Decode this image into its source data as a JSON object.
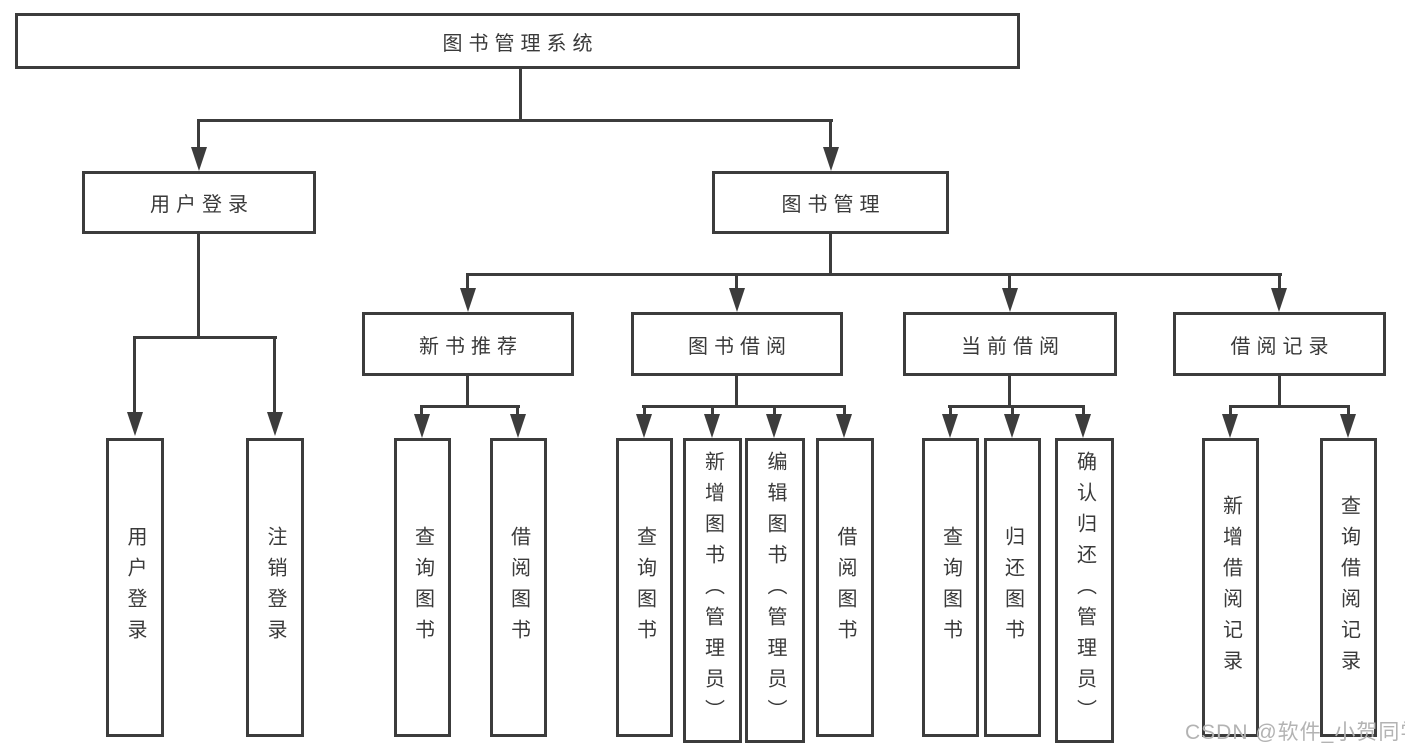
{
  "nodes": {
    "root": "图书管理系统",
    "login": "用户登录",
    "manage": "图书管理",
    "login_children": [
      "用户登录",
      "注销登录"
    ],
    "sections": [
      {
        "label": "新书推荐",
        "children": [
          "查询图书",
          "借阅图书"
        ]
      },
      {
        "label": "图书借阅",
        "children": [
          "查询图书",
          "新增图书（管理员）",
          "编辑图书（管理员）",
          "借阅图书"
        ]
      },
      {
        "label": "当前借阅",
        "children": [
          "查询图书",
          "归还图书",
          "确认归还（管理员）"
        ]
      },
      {
        "label": "借阅记录",
        "children": [
          "新增借阅记录",
          "查询借阅记录"
        ]
      }
    ]
  },
  "watermark": "CSDN @软件_小贺同学",
  "colors": {
    "line": "#3c3c3c",
    "text": "#3a3a3a",
    "watermark": "#b3b3b3",
    "background": "#ffffff"
  }
}
